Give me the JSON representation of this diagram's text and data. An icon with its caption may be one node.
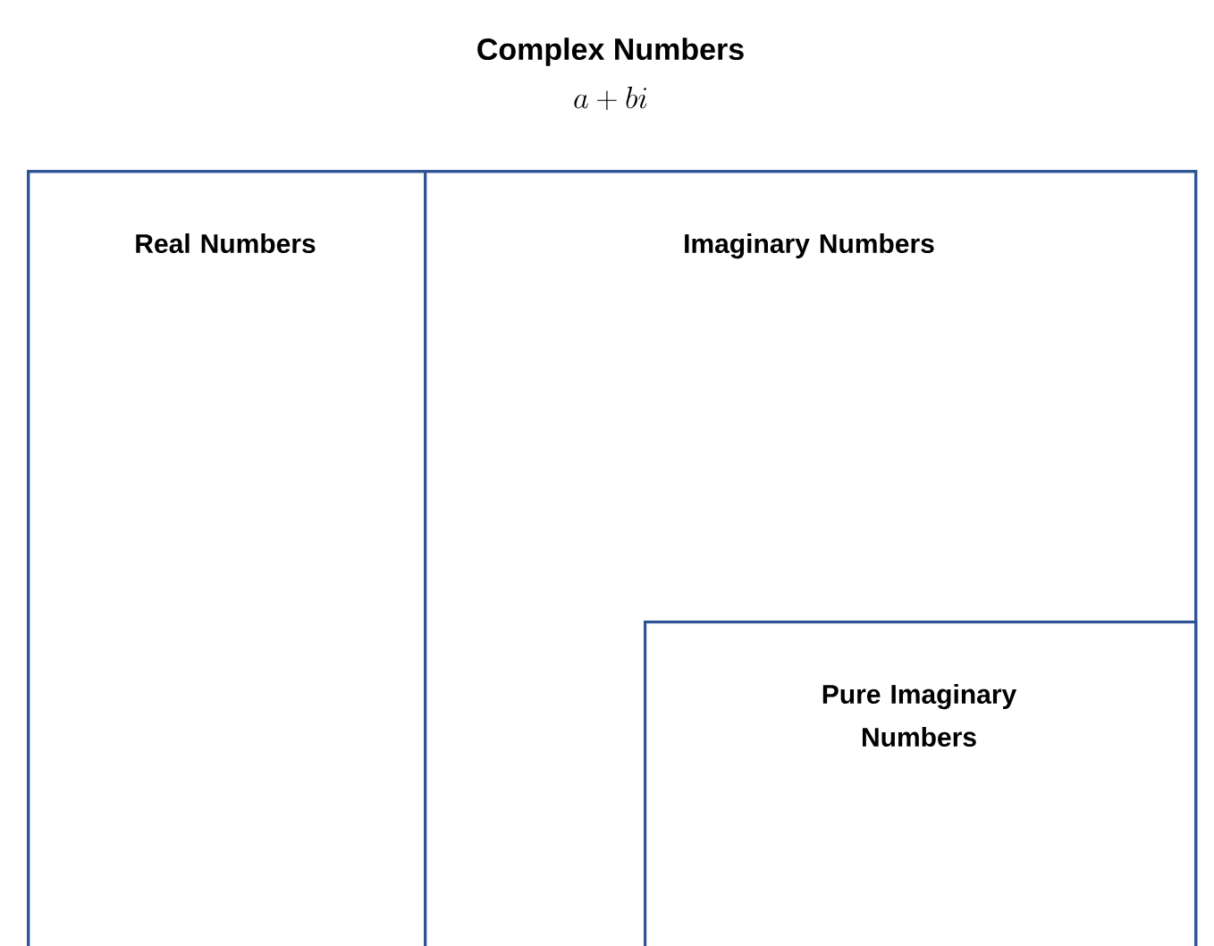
{
  "diagram": {
    "nodes": [
      {
        "text": [
          "Complex Numbers",
          "a + bi"
        ]
      },
      {
        "text": [
          "Real Numbers"
        ],
        "in": 0
      },
      {
        "text": [
          "Imaginary Numbers"
        ],
        "in": 0
      },
      {
        "text": [
          "Pure Imaginary Numbers"
        ],
        "in": 2
      }
    ]
  }
}
